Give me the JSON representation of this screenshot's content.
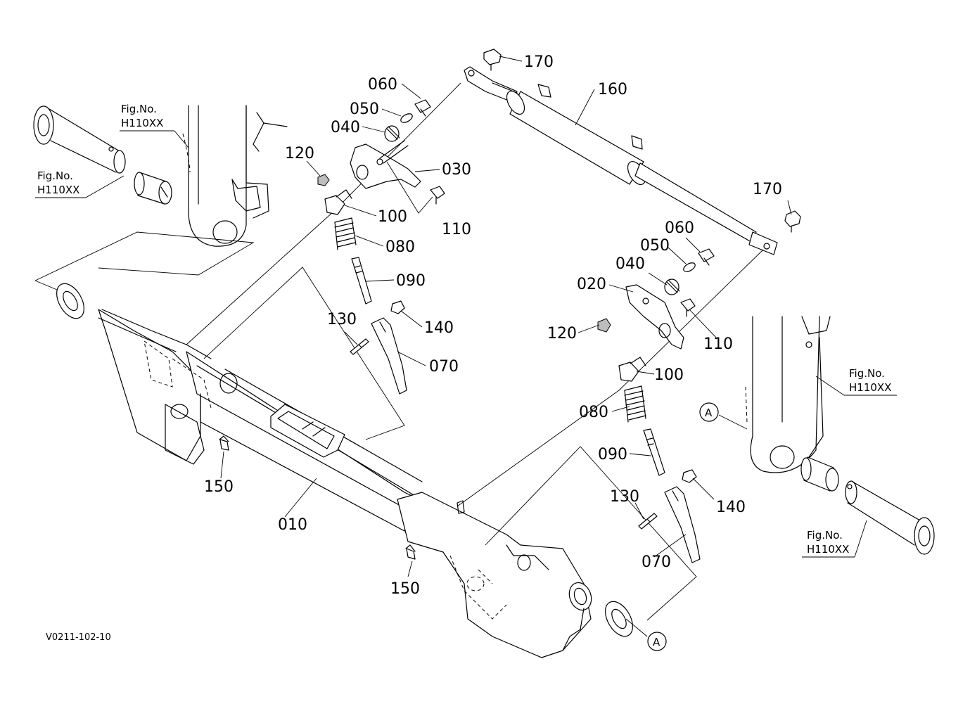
{
  "diagram": {
    "drawing_code": "V0211-102-10",
    "fig_ref_line1": "Fig.No.",
    "fig_ref_line2": "H110XX",
    "ref_marker": "A",
    "callouts": {
      "p010": "010",
      "p020": "020",
      "p030": "030",
      "p040a": "040",
      "p040b": "040",
      "p050a": "050",
      "p050b": "050",
      "p060a": "060",
      "p060b": "060",
      "p070a": "070",
      "p070b": "070",
      "p080a": "080",
      "p080b": "080",
      "p090a": "090",
      "p090b": "090",
      "p100a": "100",
      "p100b": "100",
      "p110a": "110",
      "p110b": "110",
      "p120a": "120",
      "p120b": "120",
      "p130a": "130",
      "p130b": "130",
      "p140a": "140",
      "p140b": "140",
      "p150a": "150",
      "p150b": "150",
      "p160": "160",
      "p170a": "170",
      "p170b": "170"
    }
  }
}
